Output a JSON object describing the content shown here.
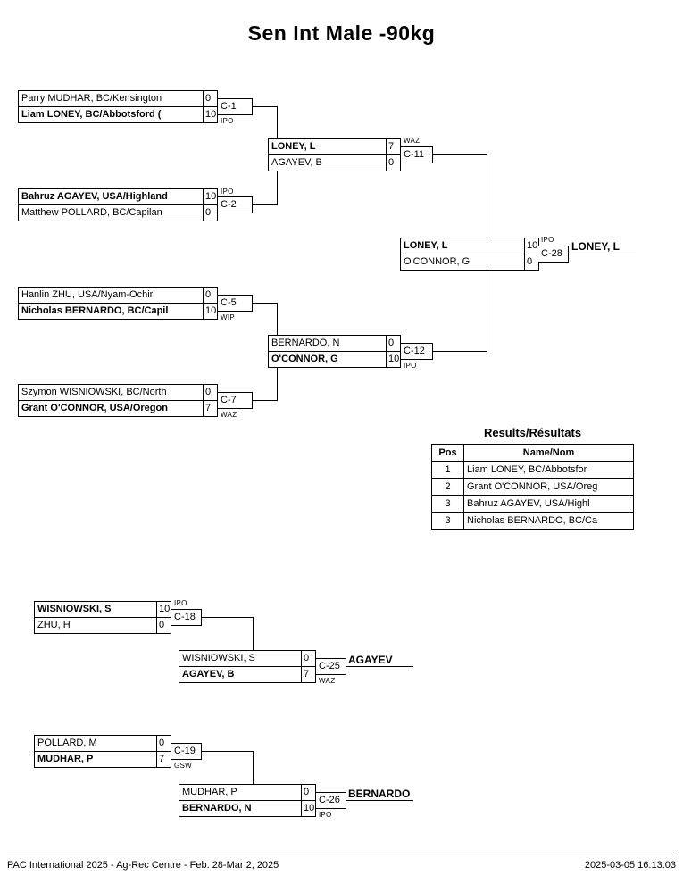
{
  "title": "Sen Int Male -90kg",
  "matches": {
    "c1": {
      "code": "C-1",
      "note": "IPO",
      "rows": [
        {
          "name": "Parry MUDHAR, BC/Kensington",
          "score": "0"
        },
        {
          "name": "Liam LONEY, BC/Abbotsford (",
          "score": "10"
        }
      ]
    },
    "c2": {
      "code": "C-2",
      "note": "IPO",
      "rows": [
        {
          "name": "Bahruz AGAYEV, USA/Highland",
          "score": "10"
        },
        {
          "name": "Matthew POLLARD, BC/Capilan",
          "score": "0"
        }
      ]
    },
    "c5": {
      "code": "C-5",
      "note": "WIP",
      "rows": [
        {
          "name": "Hanlin ZHU, USA/Nyam-Ochir",
          "score": "0"
        },
        {
          "name": "Nicholas BERNARDO, BC/Capil",
          "score": "10"
        }
      ]
    },
    "c7": {
      "code": "C-7",
      "note": "WAZ",
      "rows": [
        {
          "name": "Szymon WISNIOWSKI, BC/North",
          "score": "0"
        },
        {
          "name": "Grant O'CONNOR, USA/Oregon",
          "score": "7"
        }
      ]
    },
    "c11": {
      "code": "C-11",
      "note": "WAZ",
      "rows": [
        {
          "name": "LONEY, L",
          "score": "7"
        },
        {
          "name": "AGAYEV, B",
          "score": "0"
        }
      ]
    },
    "c12": {
      "code": "C-12",
      "note": "IPO",
      "rows": [
        {
          "name": "BERNARDO, N",
          "score": "0"
        },
        {
          "name": "O'CONNOR, G",
          "score": "10"
        }
      ]
    },
    "c28": {
      "code": "C-28",
      "note": "IPO",
      "rows": [
        {
          "name": "LONEY, L",
          "score": "10"
        },
        {
          "name": "O'CONNOR, G",
          "score": "0"
        }
      ]
    },
    "c18": {
      "code": "C-18",
      "note": "IPO",
      "rows": [
        {
          "name": "WISNIOWSKI, S",
          "score": "10"
        },
        {
          "name": "ZHU, H",
          "score": "0"
        }
      ]
    },
    "c25": {
      "code": "C-25",
      "note": "WAZ",
      "rows": [
        {
          "name": "WISNIOWSKI, S",
          "score": "0"
        },
        {
          "name": "AGAYEV, B",
          "score": "7"
        }
      ]
    },
    "c19": {
      "code": "C-19",
      "note": "GSW",
      "rows": [
        {
          "name": "POLLARD, M",
          "score": "0"
        },
        {
          "name": "MUDHAR, P",
          "score": "7"
        }
      ]
    },
    "c26": {
      "code": "C-26",
      "note": "IPO",
      "rows": [
        {
          "name": "MUDHAR, P",
          "score": "0"
        },
        {
          "name": "BERNARDO, N",
          "score": "10"
        }
      ]
    }
  },
  "winners": {
    "final": "LONEY, L",
    "bronze1": "AGAYEV",
    "bronze2": "BERNARDO"
  },
  "results": {
    "title": "Results/Résultats",
    "headers": [
      "Pos",
      "Name/Nom"
    ],
    "rows": [
      {
        "pos": "1",
        "name": "Liam LONEY, BC/Abbotsfor"
      },
      {
        "pos": "2",
        "name": "Grant O'CONNOR, USA/Oreg"
      },
      {
        "pos": "3",
        "name": "Bahruz AGAYEV, USA/Highl"
      },
      {
        "pos": "3",
        "name": "Nicholas BERNARDO, BC/Ca"
      }
    ]
  },
  "footer": {
    "left": "PAC International 2025 - Ag-Rec Centre - Feb. 28-Mar 2, 2025",
    "right": "2025-03-05 16:13:03"
  }
}
